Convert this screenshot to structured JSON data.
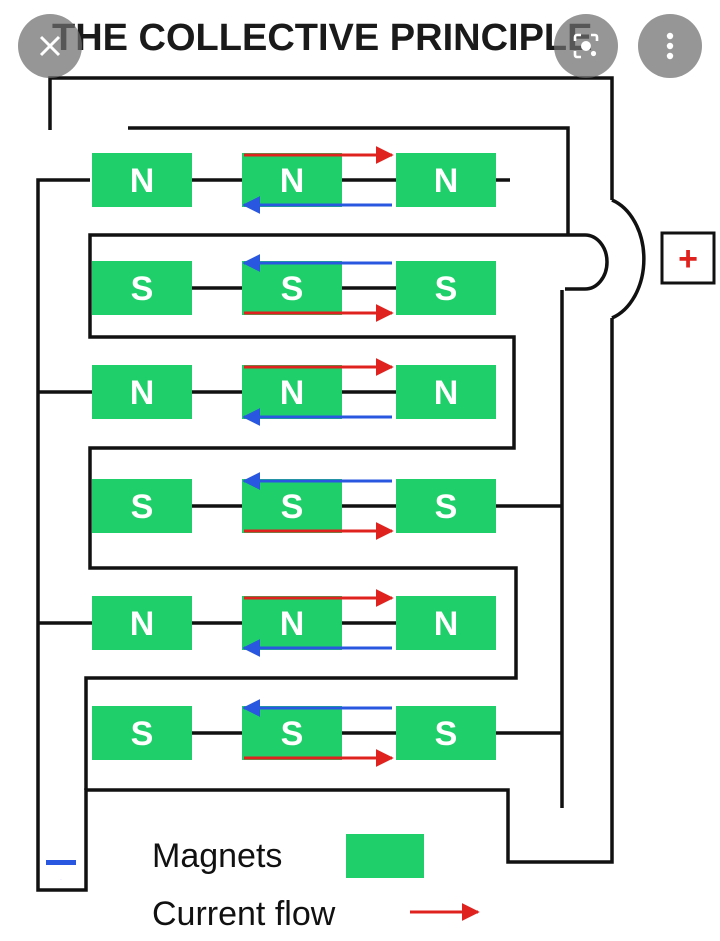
{
  "title": "THE COLLECTIVE PRINCIPLE",
  "terminals": {
    "positive": "+",
    "negative": "−"
  },
  "rows": [
    {
      "pole": "N",
      "current": "right"
    },
    {
      "pole": "S",
      "current": "left"
    },
    {
      "pole": "N",
      "current": "right"
    },
    {
      "pole": "S",
      "current": "left"
    },
    {
      "pole": "N",
      "current": "right"
    },
    {
      "pole": "S",
      "current": "left"
    }
  ],
  "legend": {
    "magnets_label": "Magnets",
    "current_label": "Current flow"
  },
  "colors": {
    "magnet": "#1fcf6a",
    "wire": "#111111",
    "current_primary": "#e0221f",
    "current_return": "#2a57e0"
  },
  "overlay": {
    "close": "close-icon",
    "lens": "image-search-icon",
    "more": "more-vertical-icon"
  }
}
